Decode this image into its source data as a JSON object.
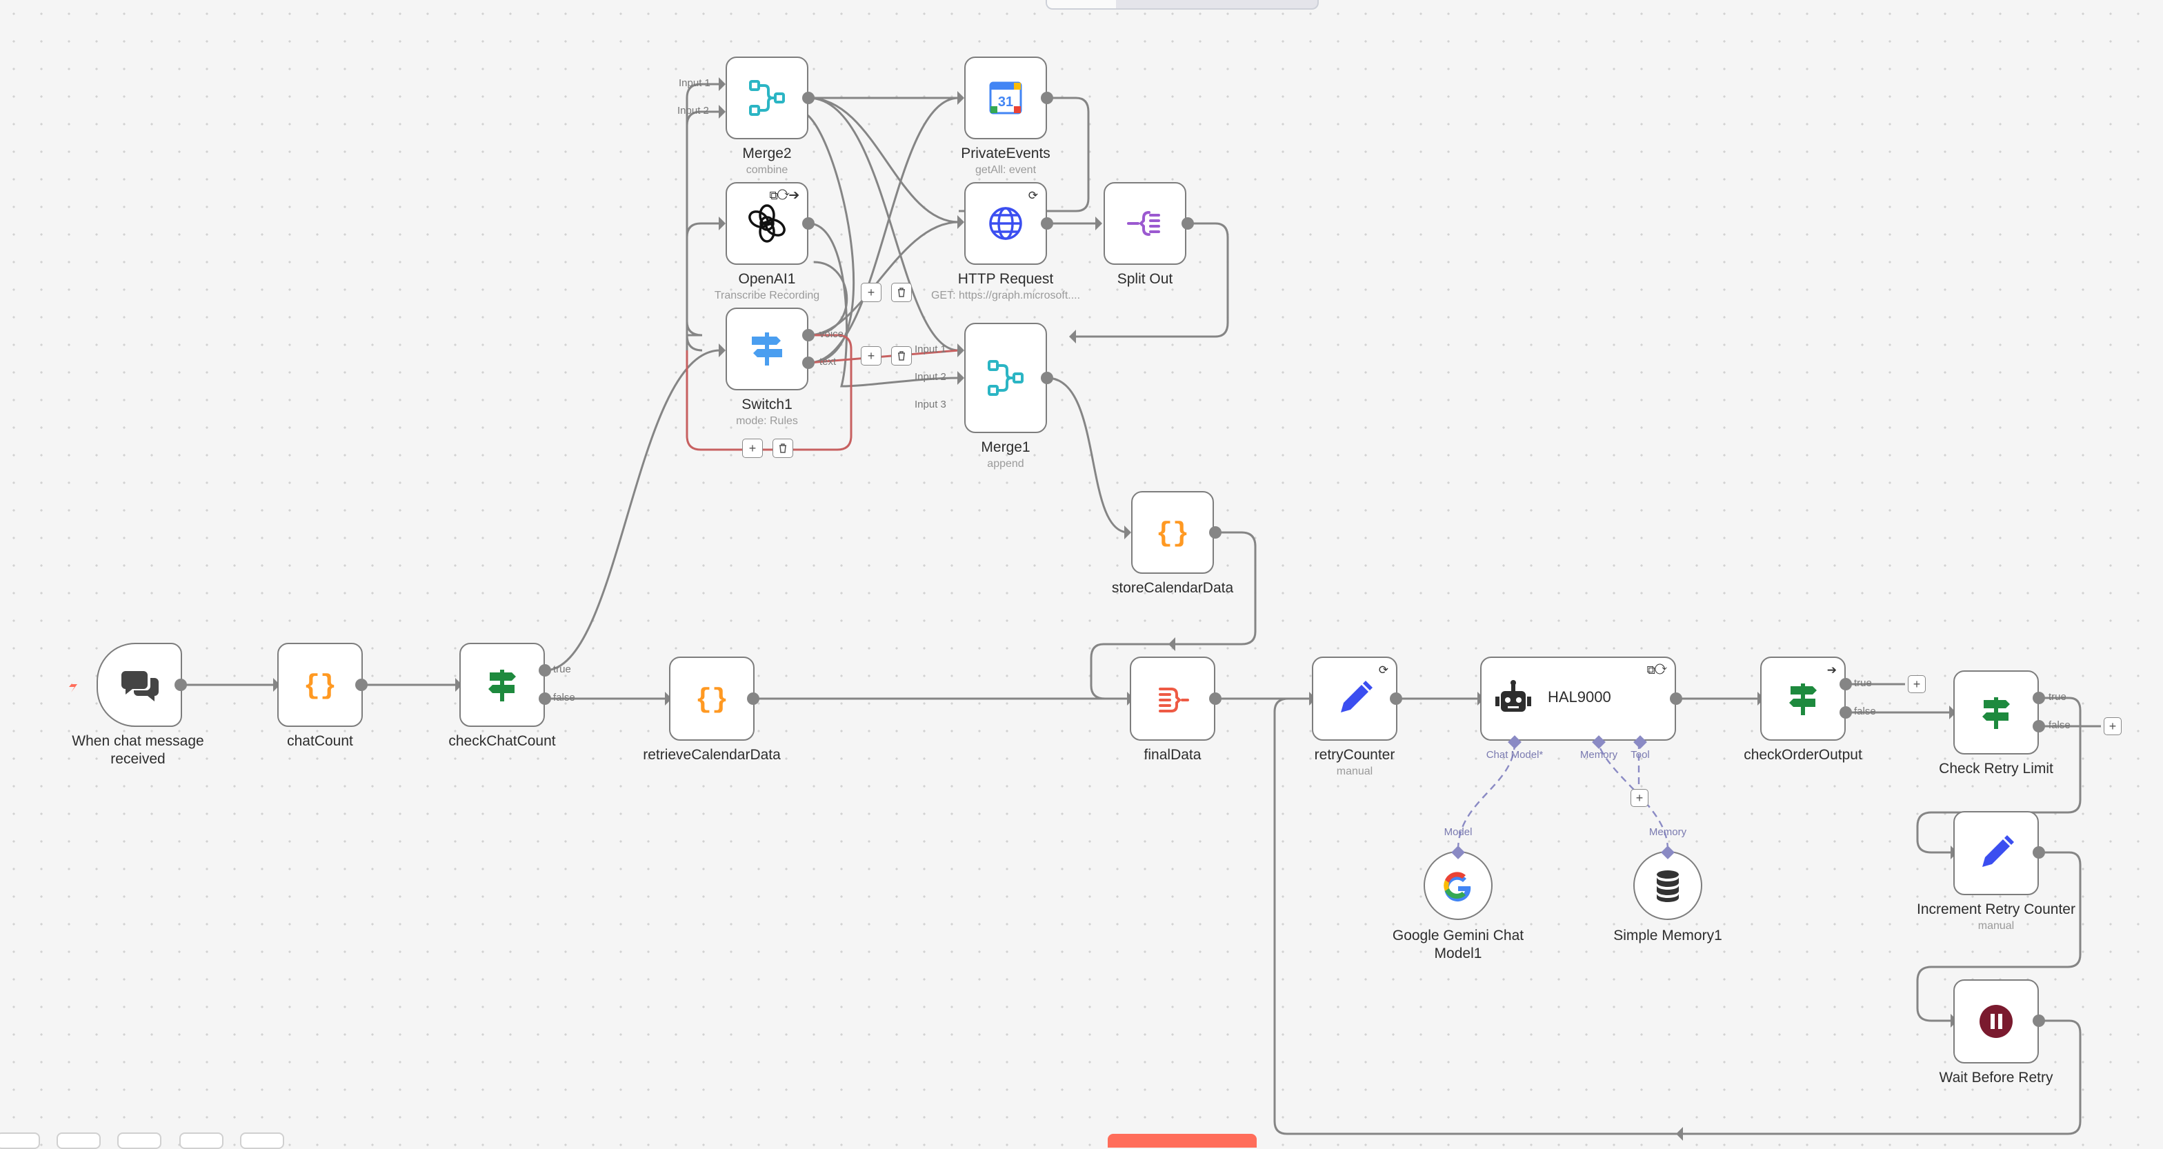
{
  "canvas": {
    "background": "#f5f5f5",
    "accent_colors": {
      "switch_green": "#1e8a3e",
      "code_orange": "#ff9922",
      "merge_teal": "#2bb5c4",
      "split_purple": "#9b59d0",
      "pencil_blue": "#3b4ef0",
      "wait_maroon": "#7a1a2e",
      "trigger_red": "#ff6d5a"
    }
  },
  "nodes": {
    "chat_trigger": {
      "label": "When chat message received",
      "icon": "chat-bubbles-icon"
    },
    "chat_count": {
      "label": "chatCount",
      "icon": "code-braces-icon"
    },
    "check_chat_count": {
      "label": "checkChatCount",
      "icon": "signpost-icon",
      "outputs": [
        "true",
        "false"
      ]
    },
    "merge2": {
      "label": "Merge2",
      "subtitle": "combine",
      "icon": "merge-icon",
      "inputs": [
        "Input 1",
        "Input 2"
      ]
    },
    "openai1": {
      "label": "OpenAI1",
      "subtitle": "Transcribe Recording",
      "icon": "openai-icon",
      "badge": "⧉⟳➔"
    },
    "switch1": {
      "label": "Switch1",
      "subtitle": "mode: Rules",
      "icon": "switch-icon",
      "outputs": [
        "voice",
        "text"
      ]
    },
    "private_events": {
      "label": "PrivateEvents",
      "subtitle": "getAll: event",
      "icon": "google-calendar-icon",
      "day": "31"
    },
    "http_request": {
      "label": "HTTP Request",
      "subtitle": "GET: https://graph.microsoft....",
      "icon": "globe-icon",
      "badge": "⟳"
    },
    "split_out": {
      "label": "Split Out",
      "icon": "split-out-icon"
    },
    "merge1": {
      "label": "Merge1",
      "subtitle": "append",
      "icon": "merge-icon",
      "inputs": [
        "Input 1",
        "Input 2",
        "Input 3"
      ]
    },
    "store_calendar_data": {
      "label": "storeCalendarData",
      "icon": "code-braces-icon"
    },
    "retrieve_calendar_data": {
      "label": "retrieveCalendarData",
      "icon": "code-braces-icon"
    },
    "final_data": {
      "label": "finalData",
      "icon": "aggregate-icon"
    },
    "retry_counter": {
      "label": "retryCounter",
      "subtitle": "manual",
      "icon": "pencil-icon",
      "badge": "⟳"
    },
    "hal9000": {
      "label": "HAL9000",
      "icon": "robot-icon",
      "badge": "⧉⟳",
      "sub_inputs": [
        "Chat Model*",
        "Memory",
        "Tool"
      ]
    },
    "gemini": {
      "label": "Google Gemini Chat Model1",
      "icon": "google-g-icon",
      "port": "Model"
    },
    "simple_memory": {
      "label": "Simple Memory1",
      "icon": "database-icon",
      "port": "Memory"
    },
    "check_order_output": {
      "label": "checkOrderOutput",
      "icon": "signpost-icon",
      "badge": "➔",
      "outputs": [
        "true",
        "false"
      ]
    },
    "check_retry_limit": {
      "label": "Check Retry Limit",
      "icon": "signpost-icon",
      "outputs": [
        "true",
        "false"
      ]
    },
    "increment_retry_counter": {
      "label": "Increment Retry Counter",
      "subtitle": "manual",
      "icon": "pencil-icon"
    },
    "wait_before_retry": {
      "label": "Wait Before Retry",
      "icon": "pause-icon"
    }
  },
  "controls": {
    "add": "+"
  }
}
